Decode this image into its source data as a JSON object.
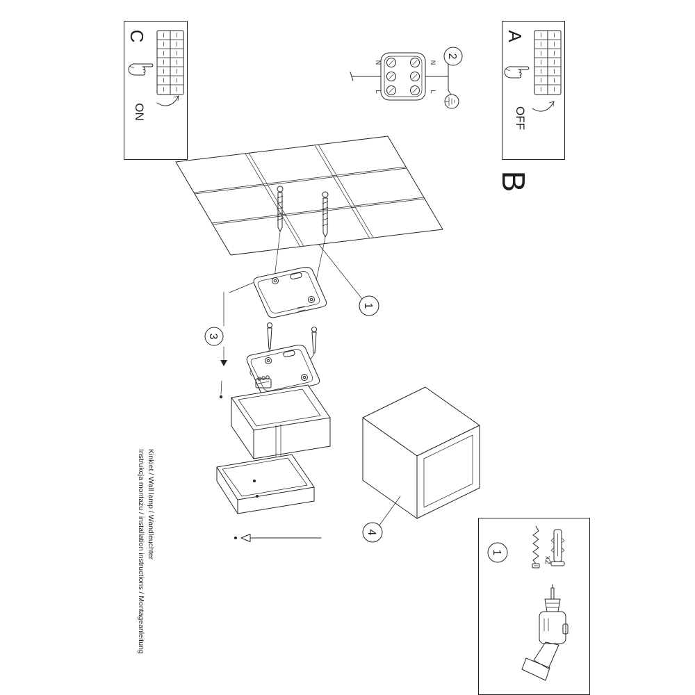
{
  "page": {
    "background": "#ffffff",
    "ink": "#242424"
  },
  "power_on_panel": {
    "letter": "C",
    "state_label": "ON"
  },
  "power_off_panel": {
    "letter": "A",
    "state_label": "OFF"
  },
  "section_letter": "B",
  "wiring_diagram": {
    "step_number": "2",
    "terminal_labels": {
      "left_top": "N",
      "left_bottom": "L",
      "right_top": "N",
      "right_bottom": "L"
    }
  },
  "step_badges": {
    "drill_holes": "1",
    "mount_bracket": "3",
    "attach_body": "4"
  },
  "parts_box": {
    "step_number": "1",
    "quantity_label": "x2"
  },
  "footer": {
    "instructions_line": "Instrukcja montażu / installation instructions / Montageanleitung",
    "product_line": "Kinkiet / Wall lamp / Wandleuchter"
  }
}
